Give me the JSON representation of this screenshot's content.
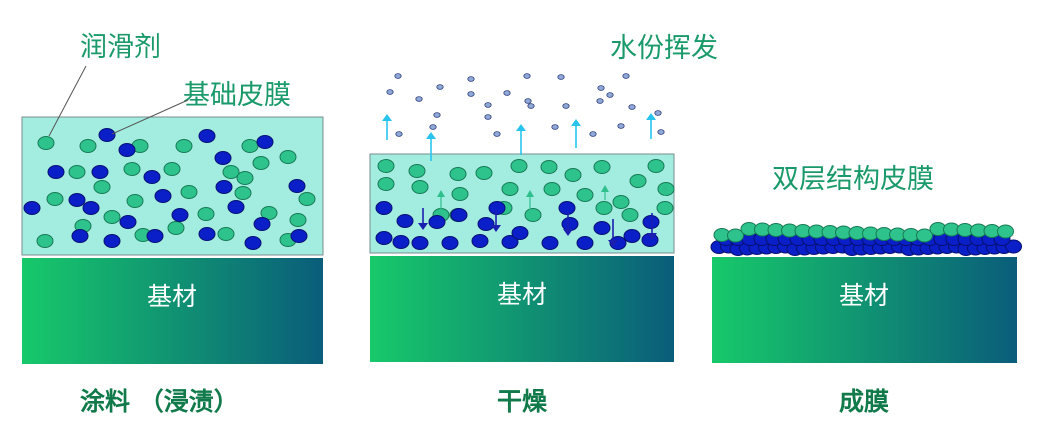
{
  "labels": {
    "lubricant": "润滑剂",
    "base_film": "基础皮膜",
    "water_evaporation": "水份挥发",
    "double_layer_film": "双层结构皮膜",
    "substrate": "基材"
  },
  "stages": [
    {
      "caption": "涂料 （浸渍）"
    },
    {
      "caption": "干燥"
    },
    {
      "caption": "成膜"
    }
  ],
  "colors": {
    "label_green": "#1a9a6a",
    "caption_green": "#117a4a",
    "coating_fill": "#a3ede0",
    "lubricant_particle": "#2ec38c",
    "film_particle": "#0a1fc8",
    "arrow_up": "#28c4ee",
    "arrow_down": "#1a1fb0",
    "arrow_small_up": "#2fbf8c",
    "substrate_left": "#17c96a",
    "substrate_right": "#0a5d7a"
  },
  "icons": {
    "water_droplet": "water-droplet-icon",
    "arrow": "arrow-icon"
  }
}
